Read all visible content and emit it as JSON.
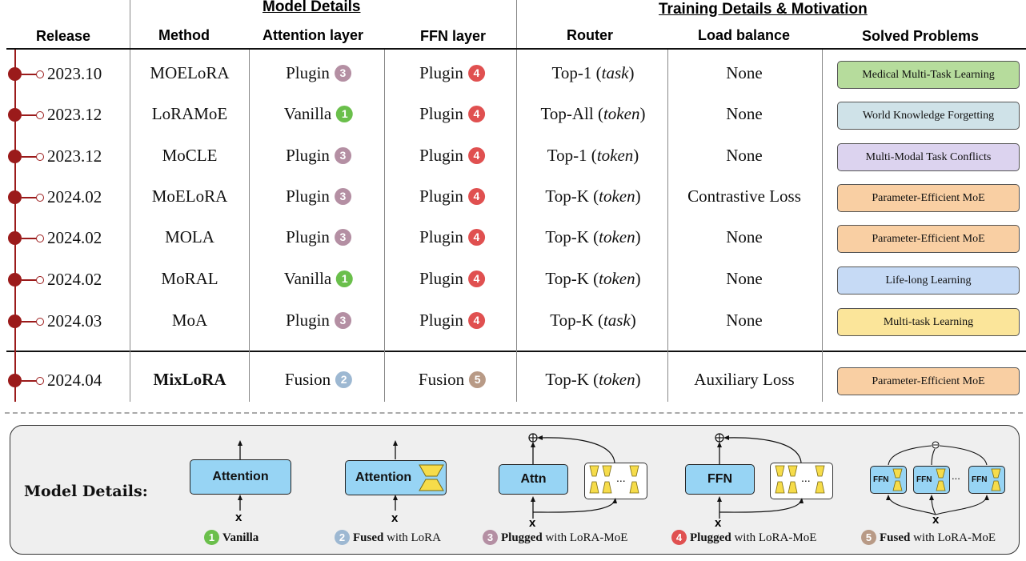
{
  "header": {
    "group_model": "Model Details",
    "group_training": "Training Details & Motivation",
    "col_release": "Release",
    "col_method": "Method",
    "col_attention": "Attention layer",
    "col_ffn": "FFN layer",
    "col_router": "Router",
    "col_load": "Load balance",
    "col_problems": "Solved Problems"
  },
  "colors": {
    "badge_1": "#6abf4b",
    "badge_2": "#9db8d2",
    "badge_3": "#b48fa3",
    "badge_4": "#e05050",
    "badge_5": "#b89a86",
    "timeline": "#9b1b1b"
  },
  "rows": [
    {
      "date": "2023.10",
      "method": "MOELoRA",
      "attn": "Plugin",
      "attn_badge": "3",
      "ffn": "Plugin",
      "ffn_badge": "4",
      "router_pre": "Top-1 (",
      "router_it": "task",
      "router_post": ")",
      "load": "None",
      "problem": "Medical Multi-Task Learning",
      "problem_color": "#b6dc9c"
    },
    {
      "date": "2023.12",
      "method": "LoRAMoE",
      "attn": "Vanilla",
      "attn_badge": "1",
      "ffn": "Plugin",
      "ffn_badge": "4",
      "router_pre": "Top-All (",
      "router_it": "token",
      "router_post": ")",
      "load": "None",
      "problem": "World Knowledge Forgetting",
      "problem_color": "#cfe2e8"
    },
    {
      "date": "2023.12",
      "method": "MoCLE",
      "attn": "Plugin",
      "attn_badge": "3",
      "ffn": "Plugin",
      "ffn_badge": "4",
      "router_pre": "Top-1 (",
      "router_it": "token",
      "router_post": ")",
      "load": "None",
      "problem": "Multi-Modal Task Conflicts",
      "problem_color": "#dcd3ef"
    },
    {
      "date": "2024.02",
      "method": "MoELoRA",
      "attn": "Plugin",
      "attn_badge": "3",
      "ffn": "Plugin",
      "ffn_badge": "4",
      "router_pre": "Top-K (",
      "router_it": "token",
      "router_post": ")",
      "load": "Contrastive Loss",
      "problem": "Parameter-Efficient MoE",
      "problem_color": "#f9cfa3"
    },
    {
      "date": "2024.02",
      "method": "MOLA",
      "attn": "Plugin",
      "attn_badge": "3",
      "ffn": "Plugin",
      "ffn_badge": "4",
      "router_pre": "Top-K (",
      "router_it": "token",
      "router_post": ")",
      "load": "None",
      "problem": "Parameter-Efficient MoE",
      "problem_color": "#f9cfa3"
    },
    {
      "date": "2024.02",
      "method": "MoRAL",
      "attn": "Vanilla",
      "attn_badge": "1",
      "ffn": "Plugin",
      "ffn_badge": "4",
      "router_pre": "Top-K (",
      "router_it": "token",
      "router_post": ")",
      "load": "None",
      "problem": "Life-long Learning",
      "problem_color": "#c6daf5"
    },
    {
      "date": "2024.03",
      "method": "MoA",
      "attn": "Plugin",
      "attn_badge": "3",
      "ffn": "Plugin",
      "ffn_badge": "4",
      "router_pre": "Top-K (",
      "router_it": "task",
      "router_post": ")",
      "load": "None",
      "problem": "Multi-task Learning",
      "problem_color": "#fbe59a"
    }
  ],
  "final_row": {
    "date": "2024.04",
    "method": "MixLoRA",
    "attn": "Fusion",
    "attn_badge": "2",
    "ffn": "Fusion",
    "ffn_badge": "5",
    "router_pre": "Top-K (",
    "router_it": "token",
    "router_post": ")",
    "load": "Auxiliary Loss",
    "problem": "Parameter-Efficient MoE",
    "problem_color": "#f9cfa3"
  },
  "legend": {
    "title": "Model Details:",
    "box_attention": "Attention",
    "box_attn": "Attn",
    "box_ffn": "FFN",
    "input_x": "x",
    "ellipsis": "...",
    "item1_num": "1",
    "item1_bold": "Vanilla",
    "item1_rest": "",
    "item2_num": "2",
    "item2_bold": "Fused",
    "item2_rest": " with LoRA",
    "item3_num": "3",
    "item3_bold": "Plugged",
    "item3_rest": " with LoRA-MoE",
    "item4_num": "4",
    "item4_bold": "Plugged",
    "item4_rest": " with LoRA-MoE",
    "item5_num": "5",
    "item5_bold": "Fused",
    "item5_rest": " with LoRA-MoE"
  }
}
